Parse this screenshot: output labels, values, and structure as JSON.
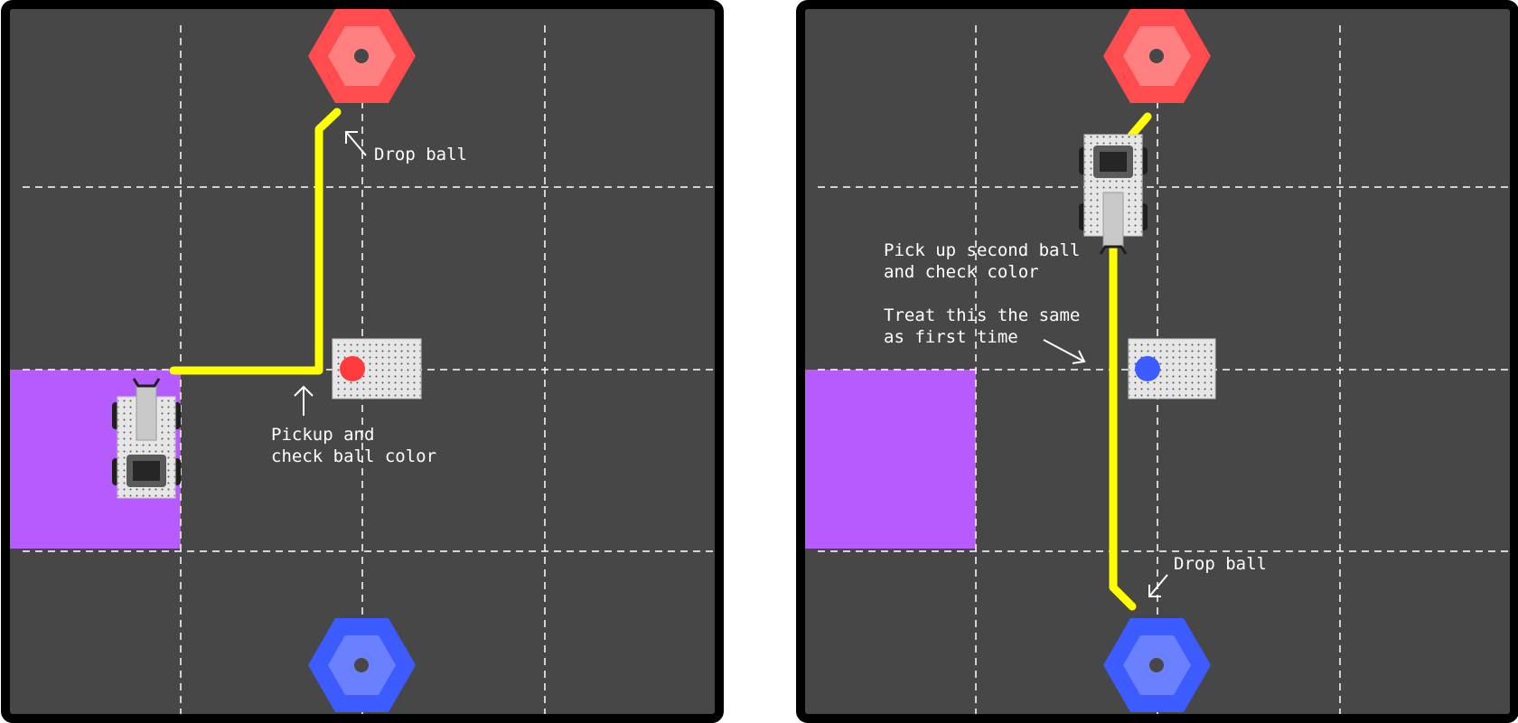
{
  "colors": {
    "board": "#474747",
    "border": "#000000",
    "grid": "#ffffff",
    "start_zone": "#b65cff",
    "path": "#ffff00",
    "goal_red_outer": "#ff4d4f",
    "goal_red_inner": "#ff8080",
    "goal_blue_outer": "#3d5cff",
    "goal_blue_inner": "#6b80ff",
    "ball_red": "#ff3b3b",
    "ball_blue": "#3d5cff",
    "pegboard": "#e6e6e6"
  },
  "panels": [
    {
      "id": "left",
      "ball_color": "red",
      "annotations": {
        "drop": "Drop ball",
        "pickup_line1": "Pickup and",
        "pickup_line2": "check ball color"
      }
    },
    {
      "id": "right",
      "ball_color": "blue",
      "annotations": {
        "pickup_second_line1": "Pick up second ball",
        "pickup_second_line2": "and check color",
        "treat_line1": "Treat this the same",
        "treat_line2": "as first time",
        "drop": "Drop ball"
      }
    }
  ]
}
